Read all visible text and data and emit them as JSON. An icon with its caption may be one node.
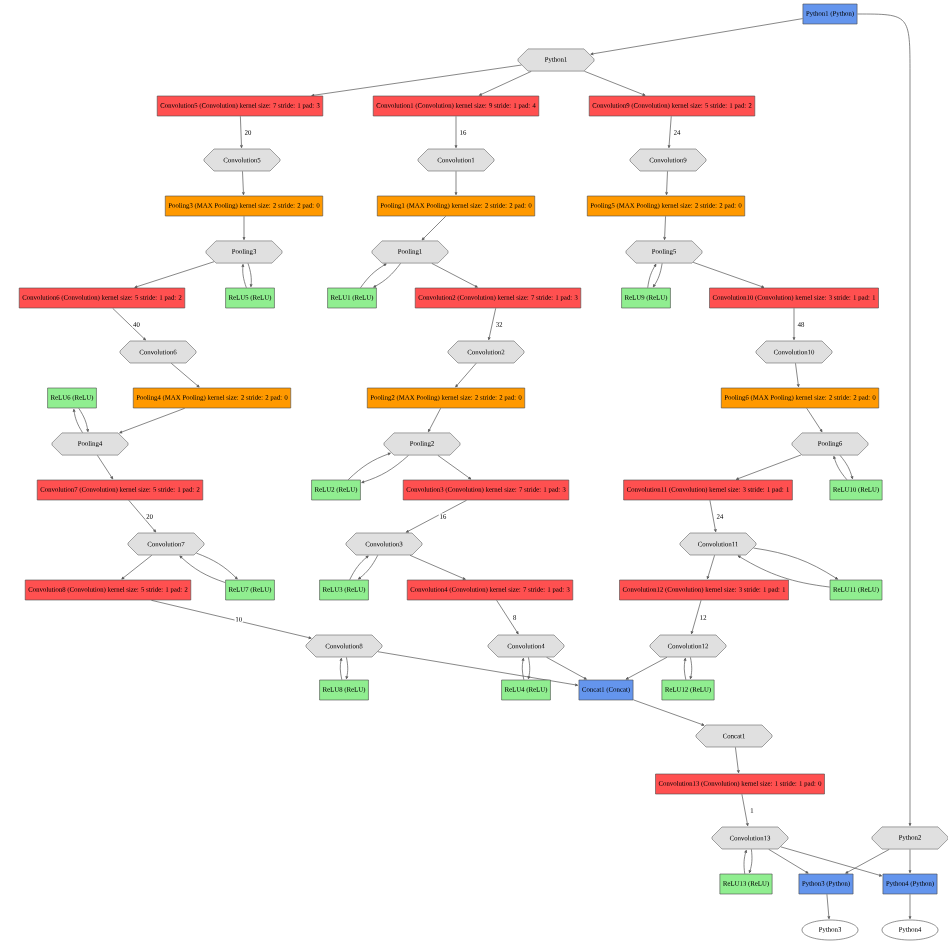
{
  "diagram": {
    "nodes": [
      {
        "text": [
          "Python1 (Python)"
        ]
      },
      {
        "text": [
          "Python1"
        ]
      },
      {
        "text": [
          "Convolution5 (Convolution) kernel size: 7 stride: 1 pad: 3"
        ]
      },
      {
        "text": [
          "Convolution1 (Convolution) kernel size: 9 stride: 1 pad: 4"
        ]
      },
      {
        "text": [
          "Convolution9 (Convolution) kernel size: 5 stride: 1 pad: 2"
        ]
      },
      {
        "text": [
          "Convolution5"
        ]
      },
      {
        "text": [
          "Convolution1"
        ]
      },
      {
        "text": [
          "Convolution9"
        ]
      },
      {
        "text": [
          "Pooling3 (MAX Pooling) kernel size: 2 stride: 2 pad: 0"
        ]
      },
      {
        "text": [
          "Pooling1 (MAX Pooling) kernel size: 2 stride: 2 pad: 0"
        ]
      },
      {
        "text": [
          "Pooling5 (MAX Pooling) kernel size: 2 stride: 2 pad: 0"
        ]
      },
      {
        "text": [
          "Pooling3"
        ]
      },
      {
        "text": [
          "Pooling1"
        ]
      },
      {
        "text": [
          "Pooling5"
        ]
      },
      {
        "text": [
          "Convolution6 (Convolution) kernel size: 5 stride: 1 pad: 2"
        ]
      },
      {
        "text": [
          "ReLU5 (ReLU)"
        ]
      },
      {
        "text": [
          "ReLU1 (ReLU)"
        ]
      },
      {
        "text": [
          "Convolution2 (Convolution) kernel size: 7 stride: 1 pad: 3"
        ]
      },
      {
        "text": [
          "ReLU9 (ReLU)"
        ]
      },
      {
        "text": [
          "Convolution10 (Convolution) kernel size: 3 stride: 1 pad: 1"
        ]
      },
      {
        "text": [
          "Convolution6"
        ]
      },
      {
        "text": [
          "Convolution2"
        ]
      },
      {
        "text": [
          "Convolution10"
        ]
      },
      {
        "text": [
          "ReLU6 (ReLU)"
        ]
      },
      {
        "text": [
          "Pooling4 (MAX Pooling) kernel size: 2 stride: 2 pad: 0"
        ]
      },
      {
        "text": [
          "Pooling2 (MAX Pooling) kernel size: 2 stride: 2 pad: 0"
        ]
      },
      {
        "text": [
          "Pooling6 (MAX Pooling) kernel size: 2 stride: 2 pad: 0"
        ]
      },
      {
        "text": [
          "Pooling4"
        ]
      },
      {
        "text": [
          "Pooling2"
        ]
      },
      {
        "text": [
          "Pooling6"
        ]
      },
      {
        "text": [
          "Convolution7 (Convolution) kernel size: 5 stride: 1 pad: 2"
        ]
      },
      {
        "text": [
          "ReLU2 (ReLU)"
        ]
      },
      {
        "text": [
          "Convolution3 (Convolution) kernel size: 7 stride: 1 pad: 3"
        ]
      },
      {
        "text": [
          "Convolution11 (Convolution) kernel size: 3 stride: 1 pad: 1"
        ]
      },
      {
        "text": [
          "ReLU10 (ReLU)"
        ]
      },
      {
        "text": [
          "Convolution7"
        ]
      },
      {
        "text": [
          "Convolution3"
        ]
      },
      {
        "text": [
          "Convolution11"
        ]
      },
      {
        "text": [
          "Convolution8 (Convolution) kernel size: 5 stride: 1 pad: 2"
        ]
      },
      {
        "text": [
          "ReLU7 (ReLU)"
        ]
      },
      {
        "text": [
          "ReLU3 (ReLU)"
        ]
      },
      {
        "text": [
          "Convolution4 (Convolution) kernel size: 7 stride: 1 pad: 3"
        ]
      },
      {
        "text": [
          "Convolution12 (Convolution) kernel size: 3 stride: 1 pad: 1"
        ]
      },
      {
        "text": [
          "ReLU11 (ReLU)"
        ]
      },
      {
        "text": [
          "Convolution8"
        ]
      },
      {
        "text": [
          "Convolution4"
        ]
      },
      {
        "text": [
          "Convolution12"
        ]
      },
      {
        "text": [
          "ReLU8 (ReLU)"
        ]
      },
      {
        "text": [
          "ReLU4 (ReLU)"
        ]
      },
      {
        "text": [
          "Concat1 (Concat)"
        ]
      },
      {
        "text": [
          "ReLU12 (ReLU)"
        ]
      },
      {
        "text": [
          "Concat1"
        ]
      },
      {
        "text": [
          "Convolution13 (Convolution) kernel size: 1 stride: 1 pad: 0"
        ]
      },
      {
        "text": [
          "Convolution13"
        ]
      },
      {
        "text": [
          "Python2"
        ]
      },
      {
        "text": [
          "ReLU13 (ReLU)"
        ]
      },
      {
        "text": [
          "Python3 (Python)"
        ]
      },
      {
        "text": [
          "Python4 (Python)"
        ]
      },
      {
        "text": [
          "Python3"
        ]
      },
      {
        "text": [
          "Python4"
        ]
      }
    ],
    "edges": [
      {
        "from": 0,
        "to": 1,
        "arrow": "to"
      },
      {
        "from": 1,
        "to": 2,
        "arrow": "to"
      },
      {
        "from": 1,
        "to": 3,
        "arrow": "to"
      },
      {
        "from": 1,
        "to": 4,
        "arrow": "to"
      },
      {
        "from": 2,
        "to": 5,
        "arrow": "to",
        "label": "20"
      },
      {
        "from": 3,
        "to": 6,
        "arrow": "to",
        "label": "16"
      },
      {
        "from": 4,
        "to": 7,
        "arrow": "to",
        "label": "24"
      },
      {
        "from": 5,
        "to": 8,
        "arrow": "to"
      },
      {
        "from": 6,
        "to": 9,
        "arrow": "to"
      },
      {
        "from": 7,
        "to": 10,
        "arrow": "to"
      },
      {
        "from": 8,
        "to": 11,
        "arrow": "to"
      },
      {
        "from": 9,
        "to": 12,
        "arrow": "to"
      },
      {
        "from": 10,
        "to": 13,
        "arrow": "to"
      },
      {
        "from": 11,
        "to": 14,
        "arrow": "to"
      },
      {
        "from": 11,
        "to": 15,
        "arrow": "to"
      },
      {
        "from": 15,
        "to": 11,
        "arrow": "to"
      },
      {
        "from": 12,
        "to": 16,
        "arrow": "to"
      },
      {
        "from": 16,
        "to": 12,
        "arrow": "to"
      },
      {
        "from": 12,
        "to": 17,
        "arrow": "to"
      },
      {
        "from": 13,
        "to": 18,
        "arrow": "to"
      },
      {
        "from": 18,
        "to": 13,
        "arrow": "to"
      },
      {
        "from": 13,
        "to": 19,
        "arrow": "to"
      },
      {
        "from": 14,
        "to": 20,
        "arrow": "to",
        "label": "40"
      },
      {
        "from": 17,
        "to": 21,
        "arrow": "to",
        "label": "32"
      },
      {
        "from": 19,
        "to": 22,
        "arrow": "to",
        "label": "48"
      },
      {
        "from": 20,
        "to": 24,
        "arrow": "to"
      },
      {
        "from": 21,
        "to": 25,
        "arrow": "to"
      },
      {
        "from": 22,
        "to": 26,
        "arrow": "to"
      },
      {
        "from": 24,
        "to": 27,
        "arrow": "to"
      },
      {
        "from": 25,
        "to": 28,
        "arrow": "to"
      },
      {
        "from": 26,
        "to": 29,
        "arrow": "to"
      },
      {
        "from": 27,
        "to": 23,
        "arrow": "to"
      },
      {
        "from": 23,
        "to": 27,
        "arrow": "to"
      },
      {
        "from": 27,
        "to": 30,
        "arrow": "to"
      },
      {
        "from": 28,
        "to": 31,
        "arrow": "to"
      },
      {
        "from": 31,
        "to": 28,
        "arrow": "to"
      },
      {
        "from": 28,
        "to": 32,
        "arrow": "to"
      },
      {
        "from": 29,
        "to": 33,
        "arrow": "to"
      },
      {
        "from": 29,
        "to": 34,
        "arrow": "to"
      },
      {
        "from": 34,
        "to": 29,
        "arrow": "to"
      },
      {
        "from": 30,
        "to": 35,
        "arrow": "to",
        "label": "20"
      },
      {
        "from": 32,
        "to": 36,
        "arrow": "to",
        "label": "16"
      },
      {
        "from": 33,
        "to": 37,
        "arrow": "to",
        "label": "24"
      },
      {
        "from": 35,
        "to": 38,
        "arrow": "to"
      },
      {
        "from": 35,
        "to": 39,
        "arrow": "to"
      },
      {
        "from": 39,
        "to": 35,
        "arrow": "to"
      },
      {
        "from": 36,
        "to": 40,
        "arrow": "to"
      },
      {
        "from": 40,
        "to": 36,
        "arrow": "to"
      },
      {
        "from": 36,
        "to": 41,
        "arrow": "to"
      },
      {
        "from": 37,
        "to": 42,
        "arrow": "to"
      },
      {
        "from": 37,
        "to": 43,
        "arrow": "to"
      },
      {
        "from": 43,
        "to": 37,
        "arrow": "to"
      },
      {
        "from": 38,
        "to": 44,
        "arrow": "to",
        "label": "10"
      },
      {
        "from": 41,
        "to": 45,
        "arrow": "to",
        "label": "8"
      },
      {
        "from": 42,
        "to": 46,
        "arrow": "to",
        "label": "12"
      },
      {
        "from": 44,
        "to": 47,
        "arrow": "to"
      },
      {
        "from": 47,
        "to": 44,
        "arrow": "to"
      },
      {
        "from": 44,
        "to": 49,
        "arrow": "to"
      },
      {
        "from": 45,
        "to": 48,
        "arrow": "to"
      },
      {
        "from": 48,
        "to": 45,
        "arrow": "to"
      },
      {
        "from": 45,
        "to": 49,
        "arrow": "to"
      },
      {
        "from": 46,
        "to": 50,
        "arrow": "to"
      },
      {
        "from": 50,
        "to": 46,
        "arrow": "to"
      },
      {
        "from": 46,
        "to": 49,
        "arrow": "to"
      },
      {
        "from": 49,
        "to": 51,
        "arrow": "to"
      },
      {
        "from": 51,
        "to": 52,
        "arrow": "to"
      },
      {
        "from": 52,
        "to": 53,
        "arrow": "to",
        "label": "1"
      },
      {
        "from": 0,
        "to": 54,
        "arrow": "to"
      },
      {
        "from": 53,
        "to": 55,
        "arrow": "to"
      },
      {
        "from": 55,
        "to": 53,
        "arrow": "to"
      },
      {
        "from": 53,
        "to": 56,
        "arrow": "to"
      },
      {
        "from": 53,
        "to": 57,
        "arrow": "to"
      },
      {
        "from": 54,
        "to": 56,
        "arrow": "to"
      },
      {
        "from": 54,
        "to": 57,
        "arrow": "to"
      },
      {
        "from": 56,
        "to": 58,
        "arrow": "to"
      },
      {
        "from": 57,
        "to": 59,
        "arrow": "to"
      }
    ]
  }
}
